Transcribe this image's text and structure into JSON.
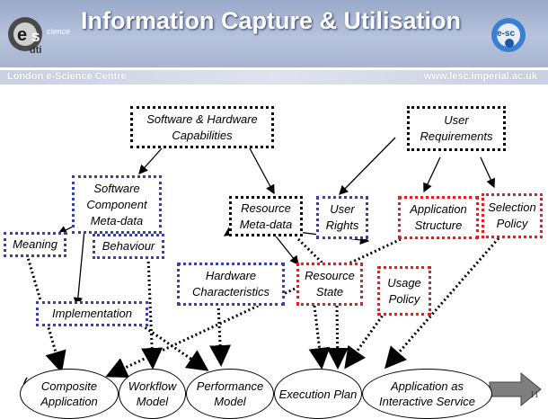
{
  "slide": {
    "title": "Information Capture & Utilisation",
    "subtitle_left": "London e-Science Centre",
    "subtitle_right": "www.lesc.imperial.ac.uk",
    "page_number": "11",
    "logo_left_text": "e-Science dti",
    "logo_right_text": "e-sc"
  },
  "boxes": {
    "sw_hw": "Software & Hardware Capabilities",
    "user_req": "User Requirements",
    "sw_meta": "Software Component Meta-data",
    "res_meta": "Resource Meta-data",
    "user_rights": "User Rights",
    "app_struct": "Application Structure",
    "sel_policy": "Selection Policy",
    "meaning": "Meaning",
    "behaviour": "Behaviour",
    "hw_char": "Hardware Characteristics",
    "res_state": "Resource State",
    "usage_policy": "Usage Policy",
    "implementation": "Implementation"
  },
  "ellipses": {
    "composite": "Composite Application",
    "workflow": "Workflow Model",
    "performance": "Performance Model",
    "execution": "Execution Plan",
    "app_service": "Application as Interactive Service"
  },
  "colors": {
    "blue_border": "#3a3fb0",
    "red_border": "#e02020",
    "header": "#a7b4d0"
  }
}
